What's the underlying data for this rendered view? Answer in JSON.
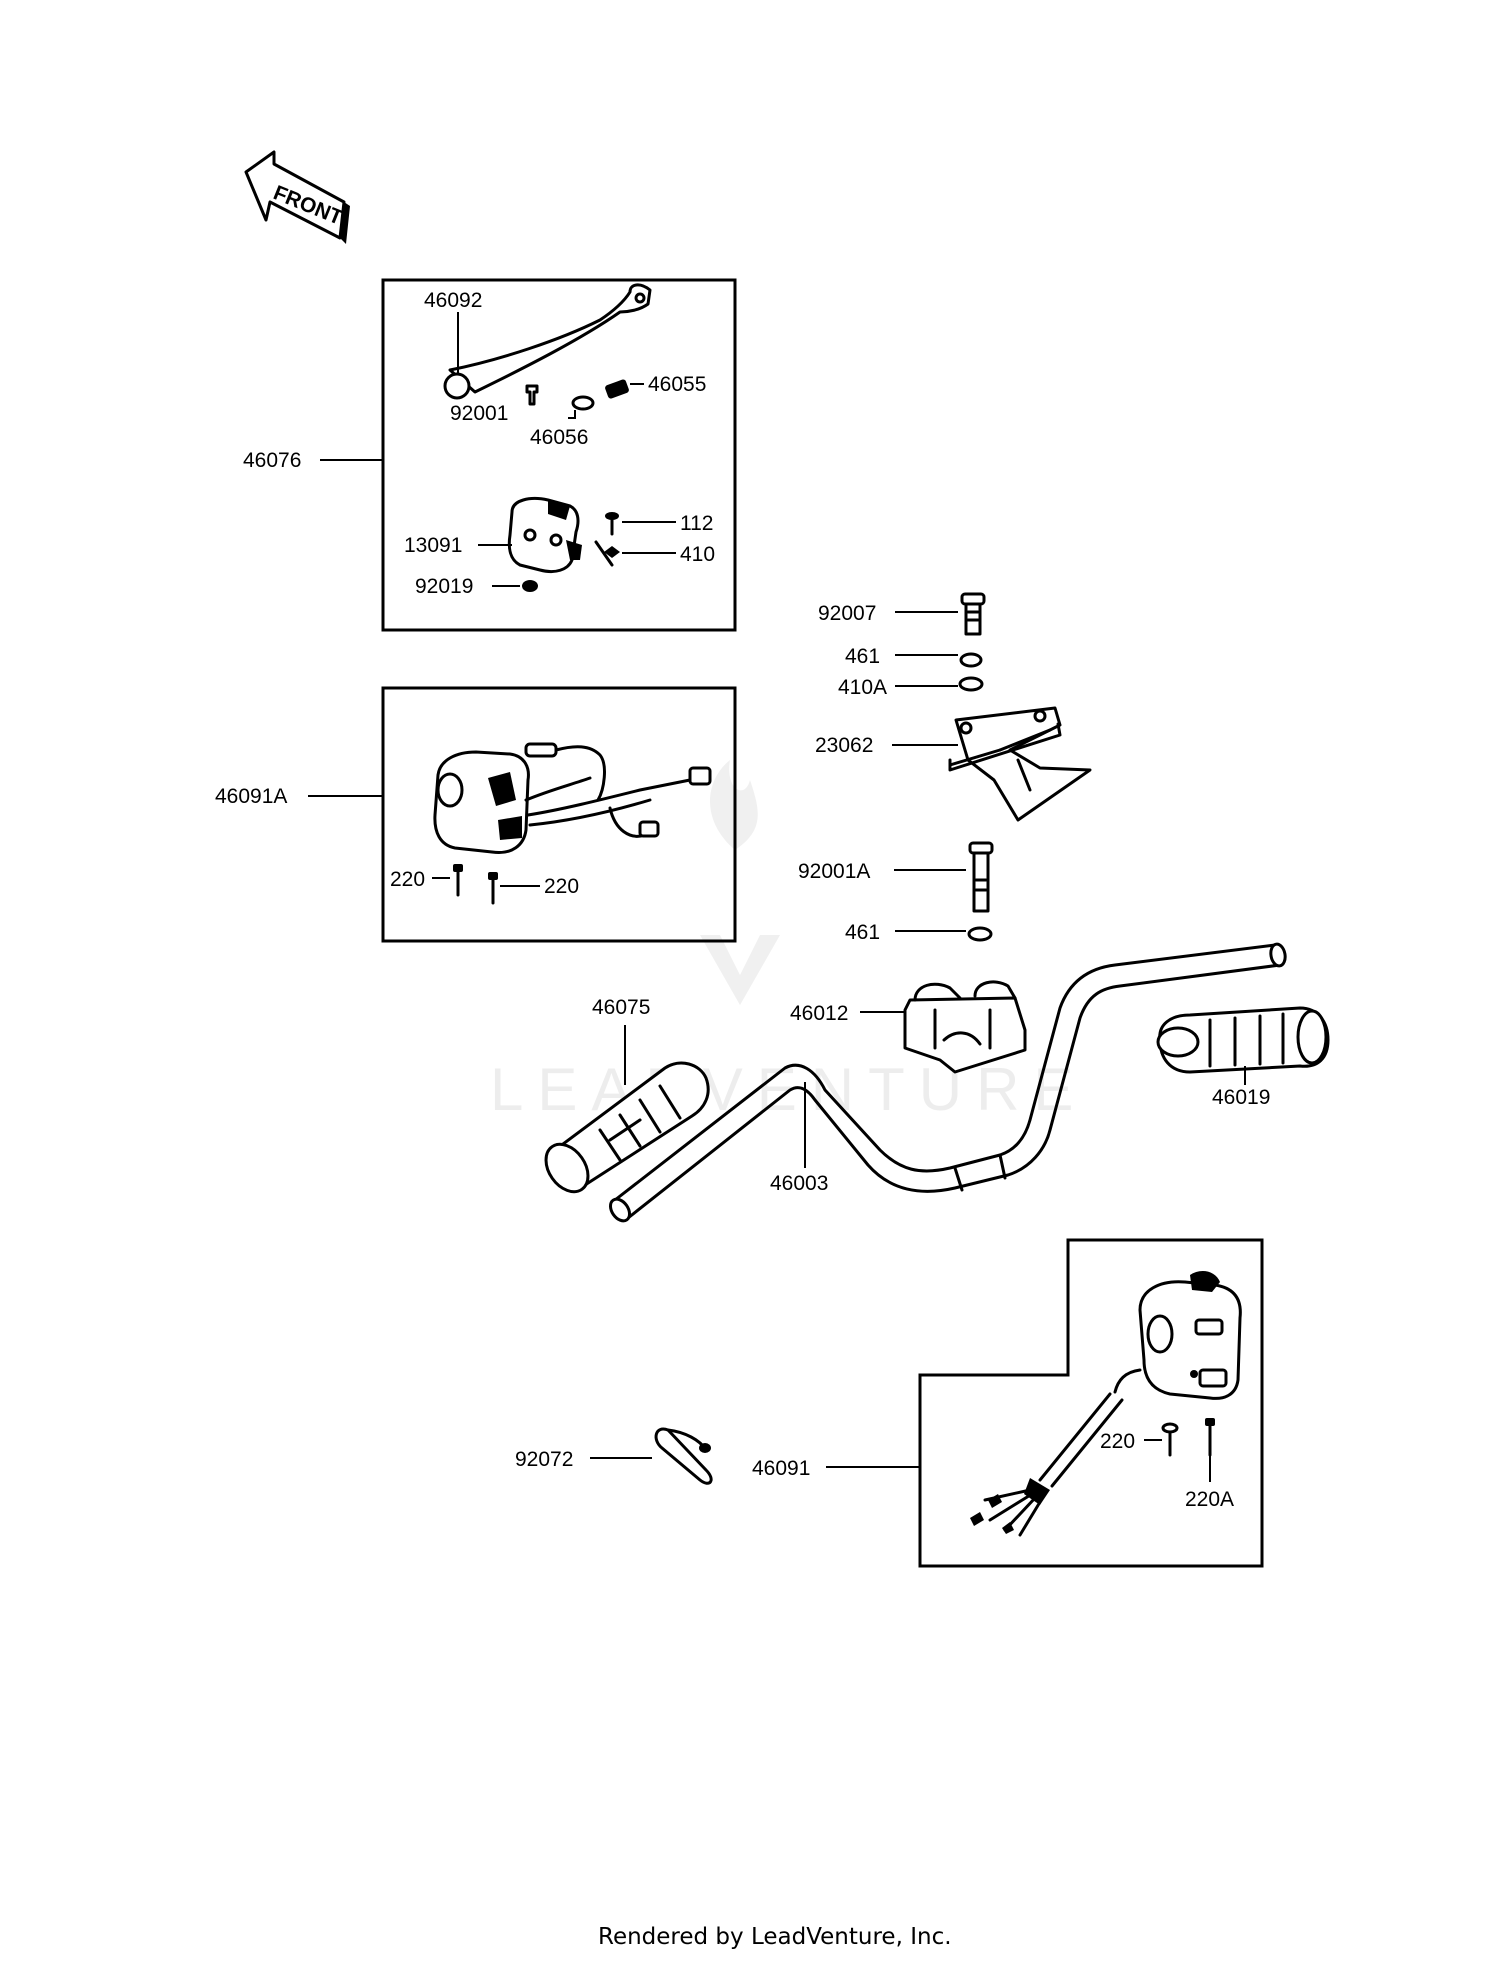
{
  "diagram": {
    "front_label": "FRONT",
    "part_labels": {
      "p46092": "46092",
      "p92001": "92001",
      "p46056": "46056",
      "p46055": "46055",
      "p46076": "46076",
      "p13091": "13091",
      "p112": "112",
      "p410": "410",
      "p92019": "92019",
      "p92007": "92007",
      "p461_top": "461",
      "p410A": "410A",
      "p23062": "23062",
      "p46091A": "46091A",
      "p220_left": "220",
      "p220_right": "220",
      "p92001A": "92001A",
      "p461_bottom": "461",
      "p46075": "46075",
      "p46012": "46012",
      "p46019": "46019",
      "p46003": "46003",
      "p92072": "92072",
      "p46091": "46091",
      "p220_lower": "220",
      "p220A": "220A"
    },
    "watermark": "LEADVENTURE",
    "footer": "Rendered by LeadVenture, Inc."
  }
}
